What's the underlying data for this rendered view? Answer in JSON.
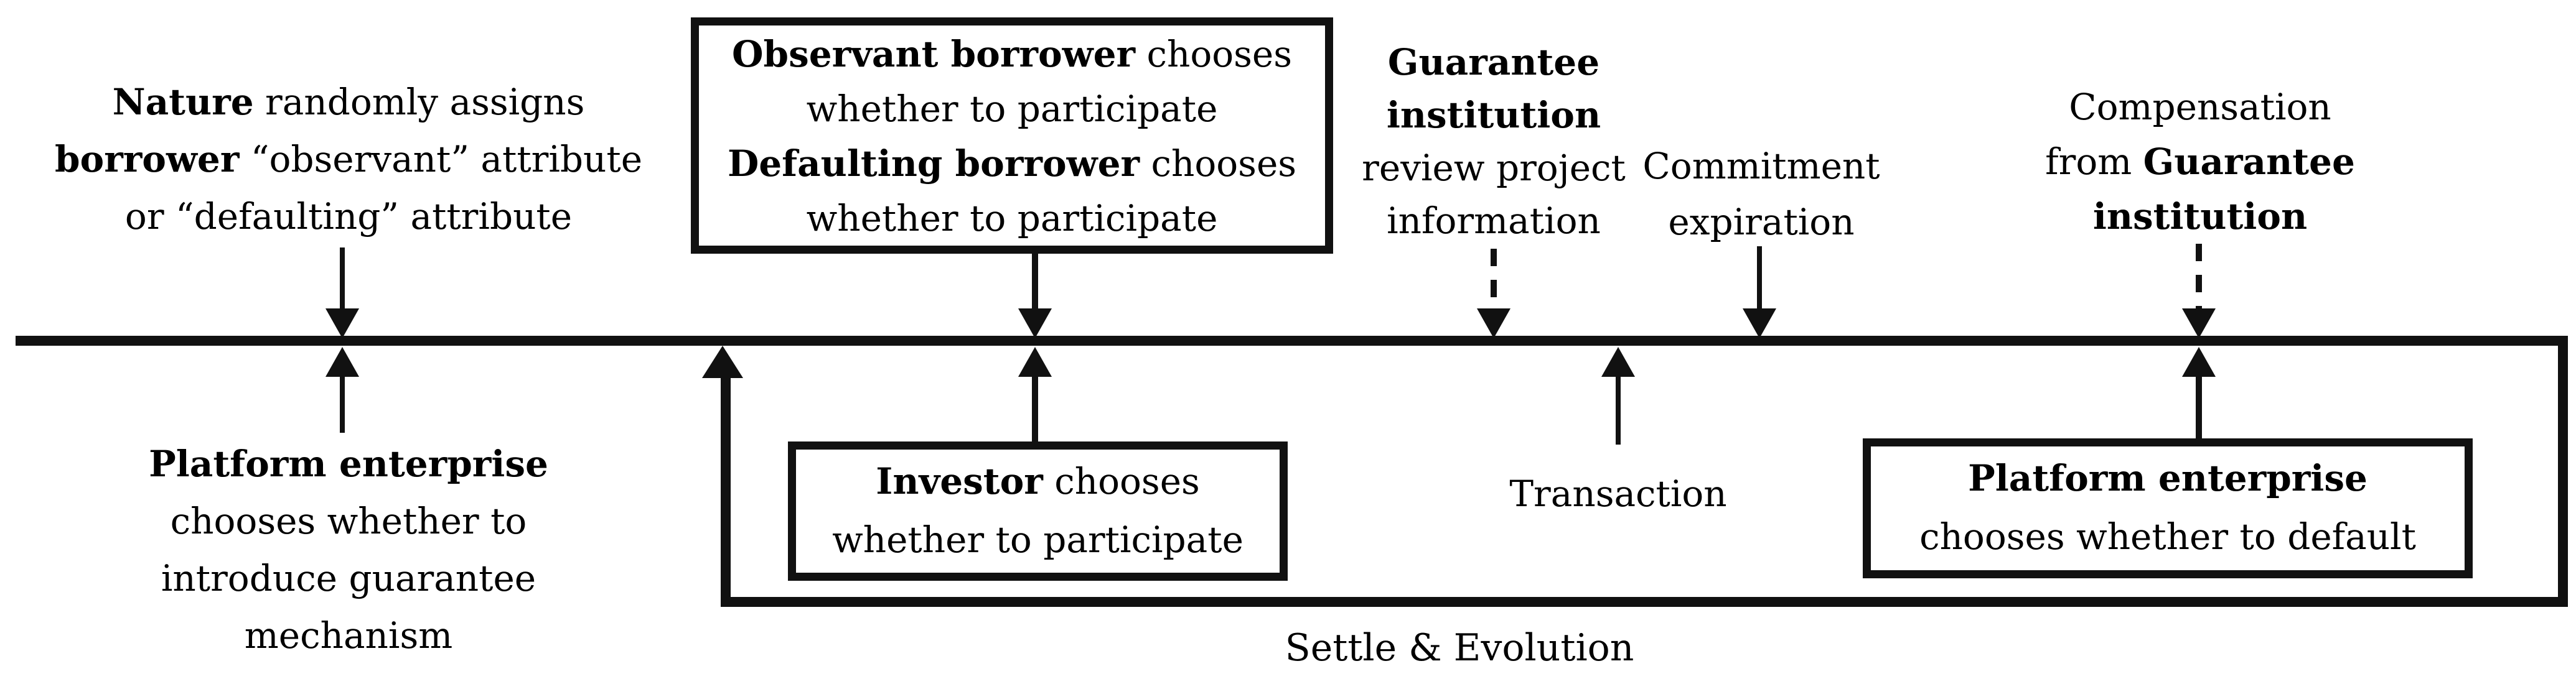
{
  "diagram": {
    "colors": {
      "ink": "#111111",
      "background": "#ffffff"
    },
    "nature": {
      "l1b": "Nature",
      "l1r": " randomly assigns",
      "l2b": "borrower",
      "l2r": " “observant” attribute",
      "l3": "or “defaulting” attribute"
    },
    "borrower_box": {
      "l1b": "Observant borrower",
      "l1r": " chooses",
      "l2": "whether to participate",
      "l3b": "Defaulting borrower",
      "l3r": " chooses",
      "l4": "whether to participate"
    },
    "guarantee": {
      "l1": "Guarantee",
      "l2": "institution",
      "l3": "review project",
      "l4": "information"
    },
    "commitment": {
      "l1": "Commitment",
      "l2": "expiration"
    },
    "compensation": {
      "l1": "Compensation",
      "l2r": "from ",
      "l2b": "Guarantee",
      "l3b": "institution"
    },
    "platform_intro": {
      "l1b": "Platform enterprise",
      "l2": "chooses whether to",
      "l3": "introduce guarantee",
      "l4": "mechanism"
    },
    "investor_box": {
      "l1b": "Investor",
      "l1r": " chooses",
      "l2": "whether to participate"
    },
    "transaction": {
      "label": "Transaction"
    },
    "default_box": {
      "l1b": "Platform enterprise",
      "l2": "chooses whether to default"
    },
    "settle": {
      "label": "Settle & Evolution"
    }
  }
}
